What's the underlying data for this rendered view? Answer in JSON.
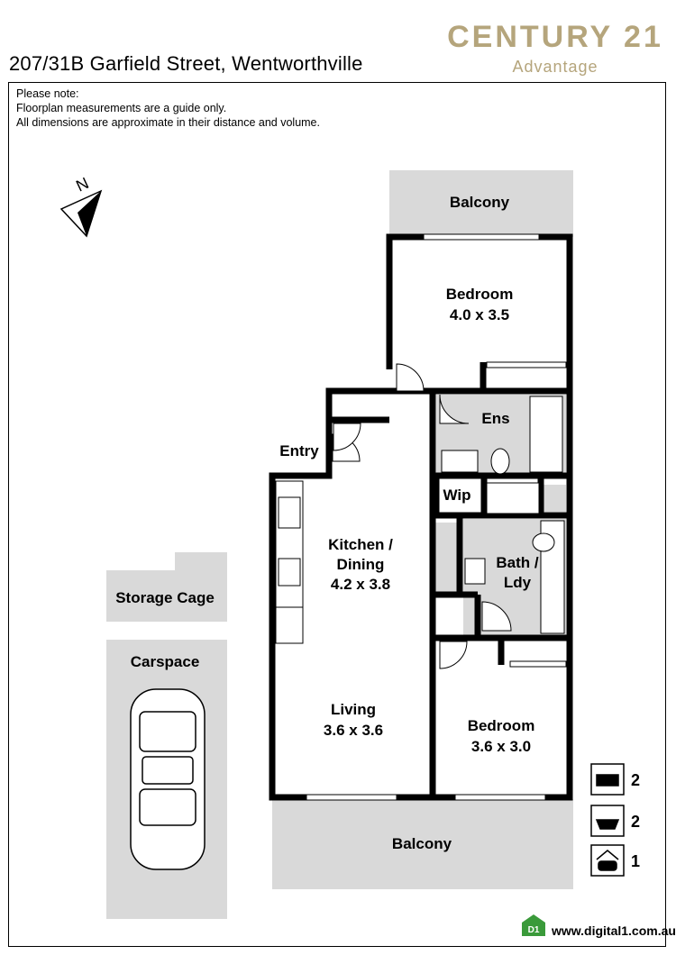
{
  "header": {
    "address": "207/31B Garfield Street, Wentworthville",
    "brand_name": "CENTURY 21",
    "brand_sub": "Advantage",
    "brand_color": "#b5a57c"
  },
  "note": {
    "line1": "Please note:",
    "line2": "Floorplan measurements are a guide only.",
    "line3": "All dimensions are approximate in their distance and volume."
  },
  "compass": {
    "label": "N",
    "icon": "north-arrow-icon"
  },
  "rooms": {
    "balcony_top": "Balcony",
    "bedroom1": {
      "name": "Bedroom",
      "dims": "4.0 x 3.5"
    },
    "ensuite": "Ens",
    "entry": "Entry",
    "kitchen": {
      "name1": "Kitchen /",
      "name2": "Dining",
      "dims": "4.2 x 3.8"
    },
    "wip": "Wip",
    "bath": {
      "name1": "Bath /",
      "name2": "Ldy"
    },
    "living": {
      "name": "Living",
      "dims": "3.6 x 3.6"
    },
    "bedroom2": {
      "name": "Bedroom",
      "dims": "3.6 x 3.0"
    },
    "balcony_bottom": "Balcony",
    "storage": "Storage Cage",
    "carspace": "Carspace"
  },
  "features": [
    {
      "icon": "bed-icon",
      "count": "2"
    },
    {
      "icon": "bathtub-icon",
      "count": "2"
    },
    {
      "icon": "garage-car-icon",
      "count": "1"
    }
  ],
  "footer": {
    "url": "www.digital1.com.au",
    "logo_text": "D1"
  },
  "colors": {
    "wall": "#000000",
    "shade": "#d9d9d9",
    "fixture": "#ffffff"
  }
}
